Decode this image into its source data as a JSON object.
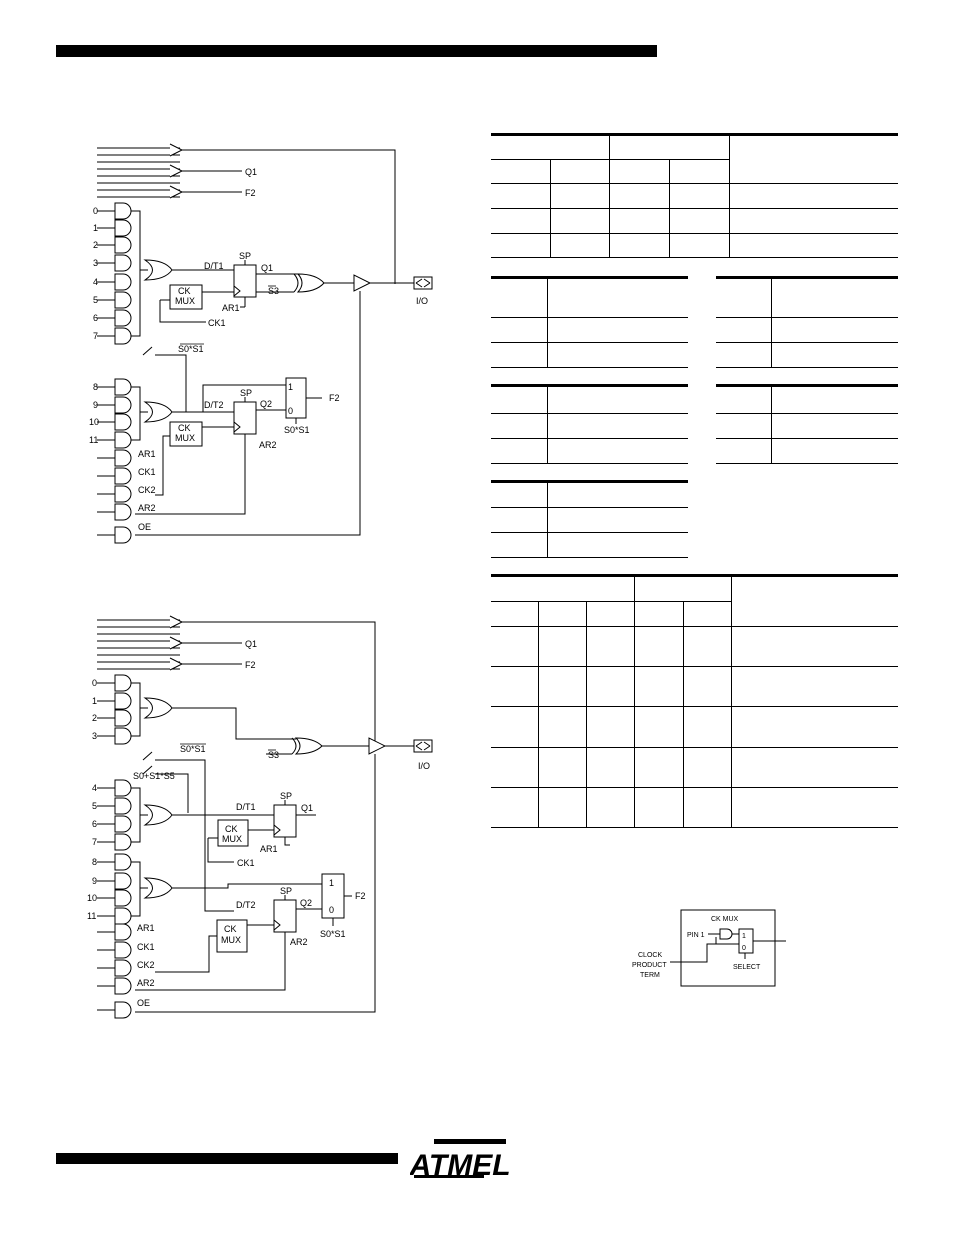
{
  "schematic_1": {
    "feedback_labels": [
      "Q1",
      "F2"
    ],
    "product_terms": [
      "0",
      "1",
      "2",
      "3",
      "4",
      "5",
      "6",
      "7",
      "8",
      "9",
      "10",
      "11"
    ],
    "control_terms": [
      "AR1",
      "CK1",
      "CK2",
      "AR2",
      "OE"
    ],
    "register_1": {
      "input": "D/T1",
      "preset": "SP",
      "output": "Q1",
      "reset": "AR1",
      "clock": "CK1"
    },
    "register_2": {
      "input": "D/T2",
      "preset": "SP",
      "output": "Q2",
      "reset": "AR2"
    },
    "ck_mux": [
      "CK",
      "MUX"
    ],
    "xor_select": "S3",
    "switch_label": "S0*S1",
    "f2_mux": {
      "in1": "1",
      "in0": "0",
      "output": "F2",
      "select": "S0*S1"
    },
    "io_label": "I/O"
  },
  "schematic_2": {
    "feedback_labels": [
      "Q1",
      "F2"
    ],
    "product_terms_top": [
      "0",
      "1",
      "2",
      "3"
    ],
    "product_terms_mid": [
      "4",
      "5",
      "6",
      "7",
      "8",
      "9",
      "10",
      "11"
    ],
    "control_terms": [
      "AR1",
      "CK1",
      "CK2",
      "AR2",
      "OE"
    ],
    "switch_label": "S0*S1",
    "steer_label": "S0+S1*S5",
    "register_1": {
      "input": "D/T1",
      "preset": "SP",
      "output": "Q1",
      "reset": "AR1",
      "clock": "CK1"
    },
    "register_2": {
      "input": "D/T2",
      "preset": "SP",
      "output": "Q2",
      "reset": "AR2"
    },
    "ck_mux": [
      "CK",
      "MUX"
    ],
    "xor_select": "S3",
    "f2_mux": {
      "in1": "1",
      "in0": "0",
      "output": "F2",
      "select": "S0*S1"
    },
    "io_label": "I/O"
  },
  "ck_mux_detail": {
    "title": "CK MUX",
    "pin_label": "PIN 1",
    "mux_in1": "1",
    "mux_in0": "0",
    "select": "SELECT",
    "clock_lines": [
      "CLOCK",
      "PRODUCT",
      "TERM"
    ]
  },
  "logo_text": "ATMEL"
}
